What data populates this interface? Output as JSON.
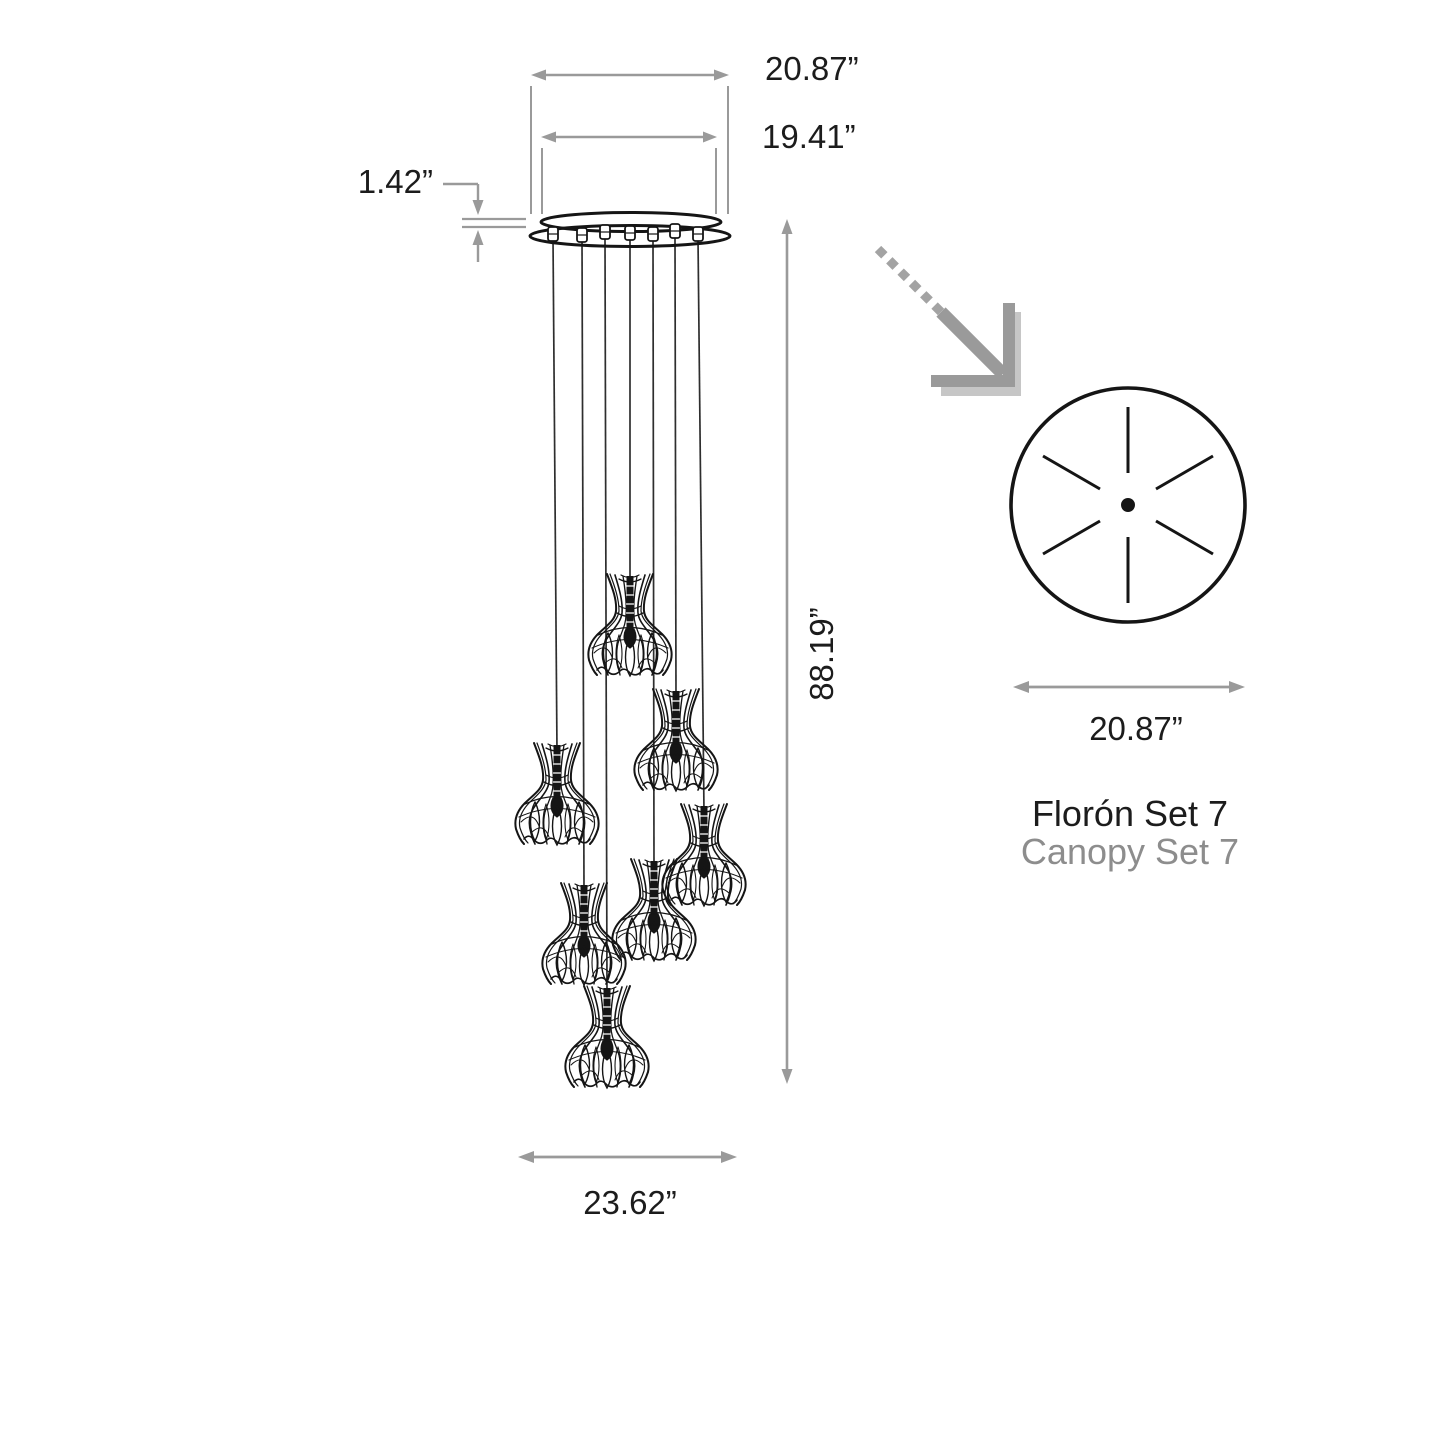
{
  "drawing": {
    "kind": "pendant-lamp-dimension-drawing",
    "side_view": {
      "dim_canopy_width": "20.87”",
      "dim_canopy_inner_width": "19.41”",
      "dim_canopy_thickness": "1.42”",
      "dim_overall_height": "88.19”",
      "dim_cluster_width": "23.62”",
      "pendant_count": 7
    },
    "top_view": {
      "dim_diameter": "20.87”",
      "title": "Florón Set 7",
      "subtitle": "Canopy Set 7",
      "spoke_count": 6
    },
    "colors": {
      "line": "#1a1a1a",
      "dimension": "#9a9a9a",
      "dimension_light": "#c6c6c6",
      "subtitle_text": "#8d8d8d",
      "background": "#ffffff"
    }
  }
}
